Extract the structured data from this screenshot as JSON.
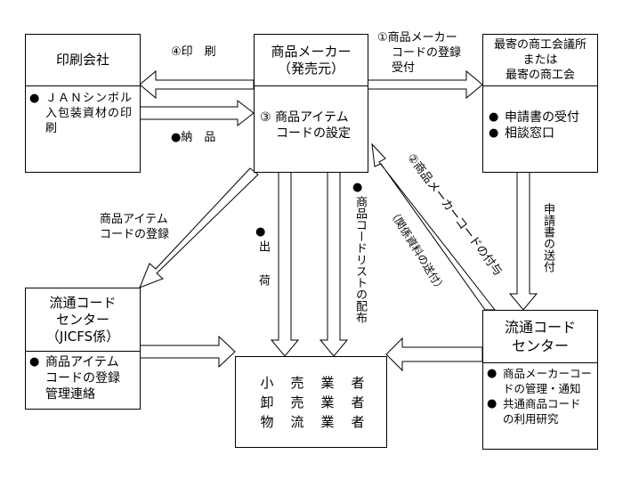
{
  "boxes": {
    "printing": {
      "title": "印刷会社",
      "items": [
        "ＪＡＮシンボル入包装資材の印刷"
      ]
    },
    "maker": {
      "title_line1": "商品メーカー",
      "title_line2": "（発売元）",
      "body_line1": "③ 商品アイテム",
      "body_line2": "コードの設定"
    },
    "chamber": {
      "title_line1": "最寄の商工会議所",
      "title_line2": "または",
      "title_line3": "最寄の商工会",
      "items": [
        "申請書の受付",
        "相談窓口"
      ]
    },
    "jicfs": {
      "title_line1": "流通コード",
      "title_line2": "センター",
      "title_line3": "（JICFS係）",
      "item_line1": "商品アイテム",
      "item_line2": "コードの登録",
      "item_line3": "管理連絡"
    },
    "retailers": {
      "rows": [
        [
          "小",
          "売",
          "業",
          "者"
        ],
        [
          "卸",
          "売",
          "業",
          "者"
        ],
        [
          "物",
          "流",
          "業",
          "者"
        ]
      ]
    },
    "code_center": {
      "title_line1": "流通コード",
      "title_line2": "センター",
      "item1_line1": "商品メーカーコー",
      "item1_line2": "ドの管理・通知",
      "item2_line1": "共通商品コード",
      "item2_line2": "の利用研究"
    }
  },
  "labels": {
    "printing_step": "④印　刷",
    "delivery": "●納　品",
    "registration_step_line1": "①商品メーカー",
    "registration_step_line2": "コードの登録",
    "registration_step_line3": "受付",
    "item_code_reg_line1": "商品アイテム",
    "item_code_reg_line2": "コードの登録",
    "shipping_bullet": "●",
    "shipping": "出　荷",
    "code_list_bullet": "●",
    "code_list": "商品コードリストの配布",
    "maker_code_grant": "②商品メーカーコードの付与",
    "related_docs": "（関係資料の送付）",
    "application_send": "申請書の送付"
  },
  "bullet_glyph": "●",
  "colors": {
    "line": "#000000",
    "background": "#ffffff"
  }
}
